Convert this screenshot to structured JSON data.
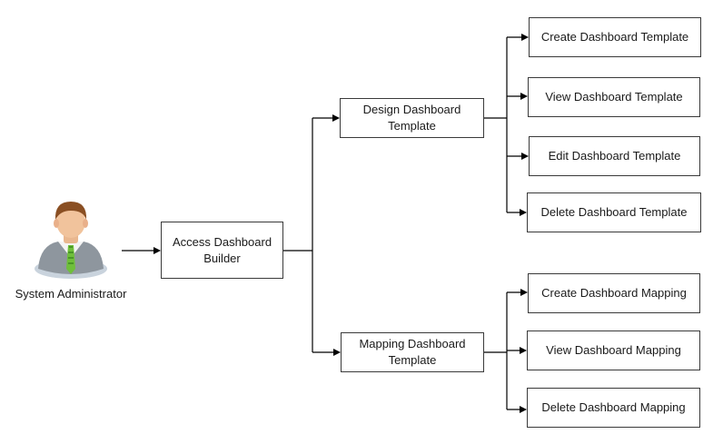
{
  "actor": {
    "label": "System Administrator",
    "icon": "user-admin-icon"
  },
  "root": {
    "label_line1": "Access Dashboard",
    "label_line2": "Builder"
  },
  "design": {
    "label_line1": "Design Dashboard",
    "label_line2": "Template",
    "children": [
      "Create Dashboard Template",
      "View Dashboard Template",
      "Edit Dashboard Template",
      "Delete Dashboard Template"
    ]
  },
  "mapping": {
    "label_line1": "Mapping Dashboard",
    "label_line2": "Template",
    "children": [
      "Create Dashboard Mapping",
      "View Dashboard Mapping",
      "Delete Dashboard Mapping"
    ]
  }
}
